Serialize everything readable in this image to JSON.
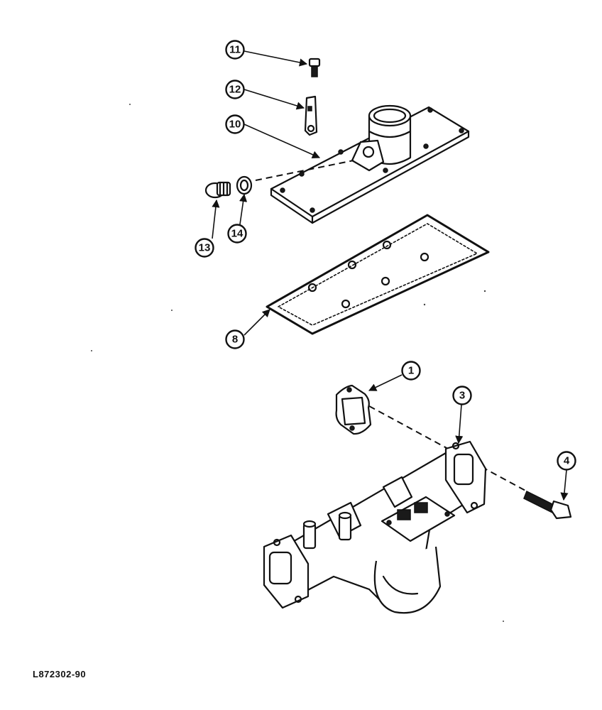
{
  "callouts": {
    "c11": "11",
    "c12": "12",
    "c10": "10",
    "c13": "13",
    "c14": "14",
    "c8": "8",
    "c1": "1",
    "c3": "3",
    "c4": "4"
  },
  "figure_code": "L872302-90"
}
